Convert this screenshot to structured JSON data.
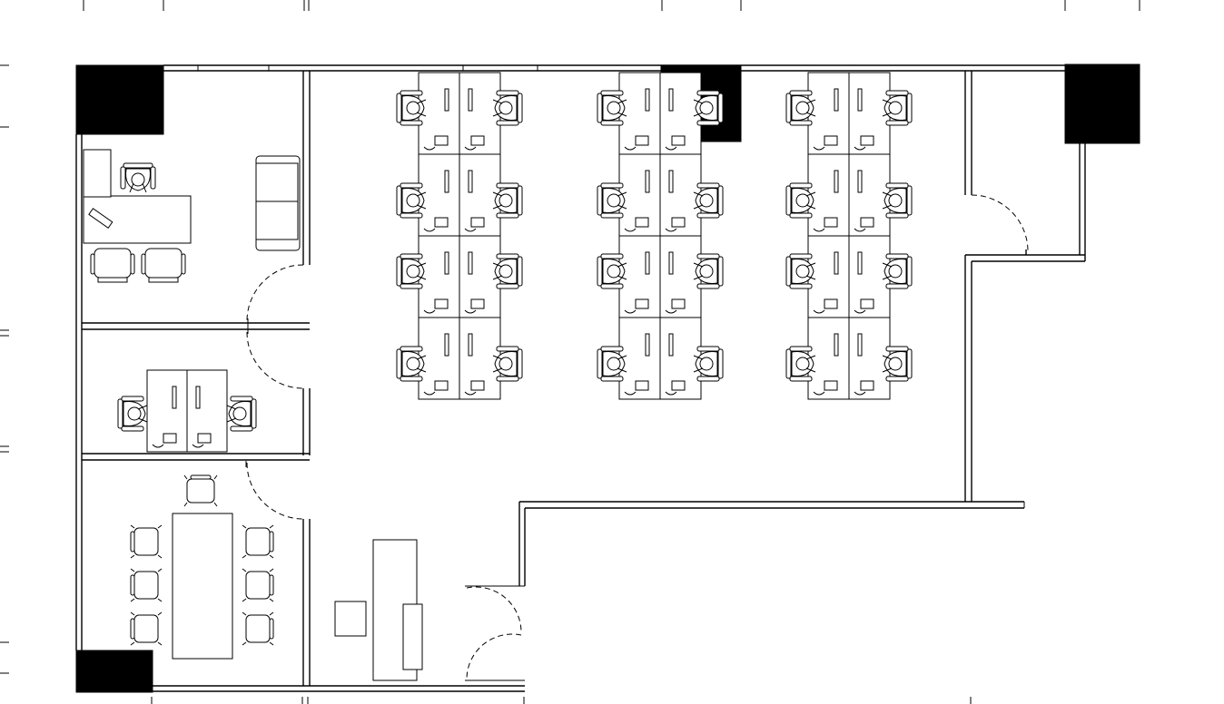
{
  "drawing": {
    "kind": "office floor plan",
    "line_color": "#000000",
    "background_color": "#ffffff",
    "icons": [
      "column-icon",
      "door-swing-icon",
      "office-chair-icon",
      "workstation-icon",
      "sofa-icon",
      "conference-table-icon",
      "reception-desk-icon"
    ]
  },
  "rooms": {
    "private_office": {
      "chairs": 3,
      "sofa_seats": 2
    },
    "small_office": {
      "workstations": 2
    },
    "meeting_room": {
      "chairs": 7
    },
    "open_office": {
      "workstation_clusters": 3,
      "seats_per_cluster": 8
    },
    "reception": {}
  }
}
